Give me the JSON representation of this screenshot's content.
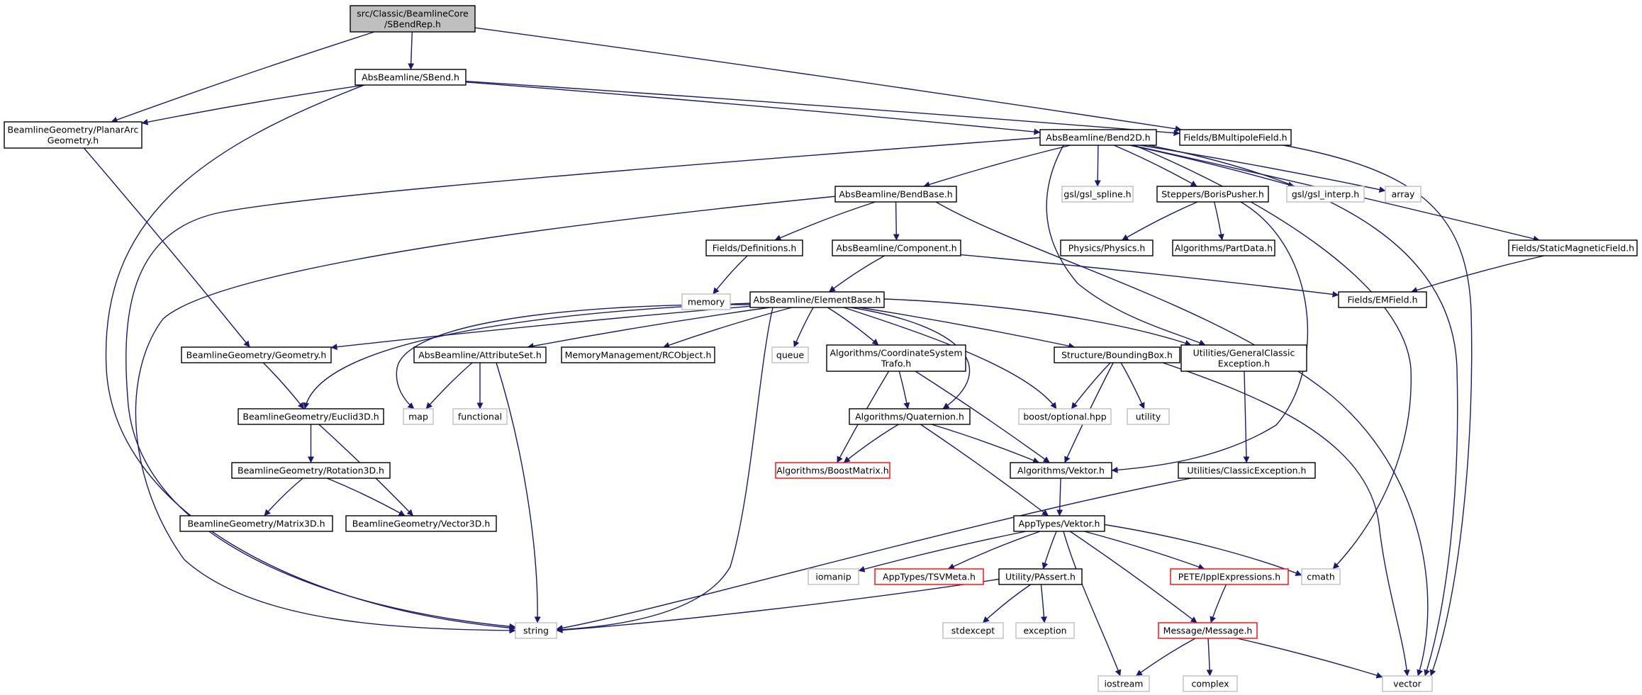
{
  "colors": {
    "edge": "#191970",
    "normal_border": "#000000",
    "external_border": "#bfbfbf",
    "incomplete_border": "#ff0000",
    "root_fill": "#bfbfbf",
    "node_fill": "#ffffff"
  },
  "nodes": [
    {
      "id": "sbendrep",
      "lines": [
        "src/Classic/BeamlineCore",
        "/SBendRep.h"
      ],
      "style": "root"
    },
    {
      "id": "sbend",
      "lines": [
        "AbsBeamline/SBend.h"
      ],
      "style": "normal"
    },
    {
      "id": "planararc",
      "lines": [
        "BeamlineGeometry/PlanarArc",
        "Geometry.h"
      ],
      "style": "normal"
    },
    {
      "id": "bend2d",
      "lines": [
        "AbsBeamline/Bend2D.h"
      ],
      "style": "normal"
    },
    {
      "id": "bmultipole",
      "lines": [
        "Fields/BMultipoleField.h"
      ],
      "style": "normal"
    },
    {
      "id": "bendbase",
      "lines": [
        "AbsBeamline/BendBase.h"
      ],
      "style": "normal"
    },
    {
      "id": "gslspline",
      "lines": [
        "gsl/gsl_spline.h"
      ],
      "style": "external"
    },
    {
      "id": "borispusher",
      "lines": [
        "Steppers/BorisPusher.h"
      ],
      "style": "normal"
    },
    {
      "id": "gslinterp",
      "lines": [
        "gsl/gsl_interp.h"
      ],
      "style": "external"
    },
    {
      "id": "array",
      "lines": [
        "array"
      ],
      "style": "external"
    },
    {
      "id": "staticmag",
      "lines": [
        "Fields/StaticMagneticField.h"
      ],
      "style": "normal"
    },
    {
      "id": "definitions",
      "lines": [
        "Fields/Definitions.h"
      ],
      "style": "normal"
    },
    {
      "id": "component",
      "lines": [
        "AbsBeamline/Component.h"
      ],
      "style": "normal"
    },
    {
      "id": "physics",
      "lines": [
        "Physics/Physics.h"
      ],
      "style": "normal"
    },
    {
      "id": "partdata",
      "lines": [
        "Algorithms/PartData.h"
      ],
      "style": "normal"
    },
    {
      "id": "memory",
      "lines": [
        "memory"
      ],
      "style": "external"
    },
    {
      "id": "emfield",
      "lines": [
        "Fields/EMField.h"
      ],
      "style": "normal"
    },
    {
      "id": "elementbase",
      "lines": [
        "AbsBeamline/ElementBase.h"
      ],
      "style": "normal"
    },
    {
      "id": "geometry",
      "lines": [
        "BeamlineGeometry/Geometry.h"
      ],
      "style": "normal"
    },
    {
      "id": "attributeset",
      "lines": [
        "AbsBeamline/AttributeSet.h"
      ],
      "style": "normal"
    },
    {
      "id": "rcobject",
      "lines": [
        "MemoryManagement/RCObject.h"
      ],
      "style": "normal"
    },
    {
      "id": "queue",
      "lines": [
        "queue"
      ],
      "style": "external"
    },
    {
      "id": "coordtrafo",
      "lines": [
        "Algorithms/CoordinateSystem",
        "Trafo.h"
      ],
      "style": "normal"
    },
    {
      "id": "boundingbox",
      "lines": [
        "Structure/BoundingBox.h"
      ],
      "style": "normal"
    },
    {
      "id": "genclassicexc",
      "lines": [
        "Utilities/GeneralClassic",
        "Exception.h"
      ],
      "style": "normal"
    },
    {
      "id": "euclid3d",
      "lines": [
        "BeamlineGeometry/Euclid3D.h"
      ],
      "style": "normal"
    },
    {
      "id": "map",
      "lines": [
        "map"
      ],
      "style": "external"
    },
    {
      "id": "functional",
      "lines": [
        "functional"
      ],
      "style": "external"
    },
    {
      "id": "quaternion",
      "lines": [
        "Algorithms/Quaternion.h"
      ],
      "style": "normal"
    },
    {
      "id": "boostoptional",
      "lines": [
        "boost/optional.hpp"
      ],
      "style": "external"
    },
    {
      "id": "utility",
      "lines": [
        "utility"
      ],
      "style": "external"
    },
    {
      "id": "rotation3d",
      "lines": [
        "BeamlineGeometry/Rotation3D.h"
      ],
      "style": "normal"
    },
    {
      "id": "boostmatrix",
      "lines": [
        "Algorithms/BoostMatrix.h"
      ],
      "style": "incomplete"
    },
    {
      "id": "algvektor",
      "lines": [
        "Algorithms/Vektor.h"
      ],
      "style": "normal"
    },
    {
      "id": "classicexc",
      "lines": [
        "Utilities/ClassicException.h"
      ],
      "style": "normal"
    },
    {
      "id": "matrix3d",
      "lines": [
        "BeamlineGeometry/Matrix3D.h"
      ],
      "style": "normal"
    },
    {
      "id": "vector3d",
      "lines": [
        "BeamlineGeometry/Vector3D.h"
      ],
      "style": "normal"
    },
    {
      "id": "appvektor",
      "lines": [
        "AppTypes/Vektor.h"
      ],
      "style": "normal"
    },
    {
      "id": "iomanip",
      "lines": [
        "iomanip"
      ],
      "style": "external"
    },
    {
      "id": "tsvmeta",
      "lines": [
        "AppTypes/TSVMeta.h"
      ],
      "style": "incomplete"
    },
    {
      "id": "passert",
      "lines": [
        "Utility/PAssert.h"
      ],
      "style": "normal"
    },
    {
      "id": "ipplexpr",
      "lines": [
        "PETE/IpplExpressions.h"
      ],
      "style": "incomplete"
    },
    {
      "id": "cmath",
      "lines": [
        "cmath"
      ],
      "style": "external"
    },
    {
      "id": "string",
      "lines": [
        "string"
      ],
      "style": "external"
    },
    {
      "id": "stdexcept",
      "lines": [
        "stdexcept"
      ],
      "style": "external"
    },
    {
      "id": "exception",
      "lines": [
        "exception"
      ],
      "style": "external"
    },
    {
      "id": "message",
      "lines": [
        "Message/Message.h"
      ],
      "style": "incomplete"
    },
    {
      "id": "iostream",
      "lines": [
        "iostream"
      ],
      "style": "external"
    },
    {
      "id": "complex",
      "lines": [
        "complex"
      ],
      "style": "external"
    },
    {
      "id": "vector",
      "lines": [
        "vector"
      ],
      "style": "external"
    }
  ],
  "edges": [
    [
      "sbendrep",
      "sbend"
    ],
    [
      "sbendrep",
      "planararc"
    ],
    [
      "sbendrep",
      "bmultipole"
    ],
    [
      "sbend",
      "planararc"
    ],
    [
      "sbend",
      "bend2d"
    ],
    [
      "sbend",
      "bmultipole"
    ],
    [
      "sbend",
      "string"
    ],
    [
      "planararc",
      "geometry"
    ],
    [
      "bend2d",
      "bendbase"
    ],
    [
      "bend2d",
      "gslspline"
    ],
    [
      "bend2d",
      "borispusher"
    ],
    [
      "bend2d",
      "gslinterp"
    ],
    [
      "bend2d",
      "array"
    ],
    [
      "bend2d",
      "staticmag"
    ],
    [
      "bend2d",
      "string"
    ],
    [
      "bend2d",
      "genclassicexc"
    ],
    [
      "bend2d",
      "cmath"
    ],
    [
      "bend2d",
      "vector"
    ],
    [
      "bmultipole",
      "vector"
    ],
    [
      "bendbase",
      "definitions"
    ],
    [
      "bendbase",
      "component"
    ],
    [
      "bendbase",
      "string"
    ],
    [
      "bendbase",
      "vector"
    ],
    [
      "borispusher",
      "physics"
    ],
    [
      "borispusher",
      "partdata"
    ],
    [
      "borispusher",
      "algvektor"
    ],
    [
      "staticmag",
      "emfield"
    ],
    [
      "definitions",
      "memory"
    ],
    [
      "component",
      "elementbase"
    ],
    [
      "component",
      "emfield"
    ],
    [
      "elementbase",
      "geometry"
    ],
    [
      "elementbase",
      "euclid3d"
    ],
    [
      "elementbase",
      "map"
    ],
    [
      "elementbase",
      "attributeset"
    ],
    [
      "elementbase",
      "rcobject"
    ],
    [
      "elementbase",
      "string"
    ],
    [
      "elementbase",
      "queue"
    ],
    [
      "elementbase",
      "coordtrafo"
    ],
    [
      "elementbase",
      "quaternion"
    ],
    [
      "elementbase",
      "boostoptional"
    ],
    [
      "elementbase",
      "boundingbox"
    ],
    [
      "elementbase",
      "genclassicexc"
    ],
    [
      "geometry",
      "euclid3d"
    ],
    [
      "attributeset",
      "map"
    ],
    [
      "attributeset",
      "functional"
    ],
    [
      "attributeset",
      "string"
    ],
    [
      "coordtrafo",
      "quaternion"
    ],
    [
      "coordtrafo",
      "boostmatrix"
    ],
    [
      "coordtrafo",
      "algvektor"
    ],
    [
      "boundingbox",
      "boostoptional"
    ],
    [
      "boundingbox",
      "utility"
    ],
    [
      "boundingbox",
      "algvektor"
    ],
    [
      "boundingbox",
      "vector"
    ],
    [
      "genclassicexc",
      "classicexc"
    ],
    [
      "euclid3d",
      "rotation3d"
    ],
    [
      "euclid3d",
      "vector3d"
    ],
    [
      "quaternion",
      "boostmatrix"
    ],
    [
      "quaternion",
      "algvektor"
    ],
    [
      "quaternion",
      "appvektor"
    ],
    [
      "rotation3d",
      "matrix3d"
    ],
    [
      "rotation3d",
      "vector3d"
    ],
    [
      "algvektor",
      "appvektor"
    ],
    [
      "classicexc",
      "string"
    ],
    [
      "appvektor",
      "iomanip"
    ],
    [
      "appvektor",
      "tsvmeta"
    ],
    [
      "appvektor",
      "passert"
    ],
    [
      "appvektor",
      "ipplexpr"
    ],
    [
      "appvektor",
      "cmath"
    ],
    [
      "appvektor",
      "iostream"
    ],
    [
      "appvektor",
      "message"
    ],
    [
      "passert",
      "string"
    ],
    [
      "passert",
      "stdexcept"
    ],
    [
      "passert",
      "exception"
    ],
    [
      "ipplexpr",
      "message"
    ],
    [
      "message",
      "iostream"
    ],
    [
      "message",
      "complex"
    ],
    [
      "message",
      "vector"
    ]
  ]
}
